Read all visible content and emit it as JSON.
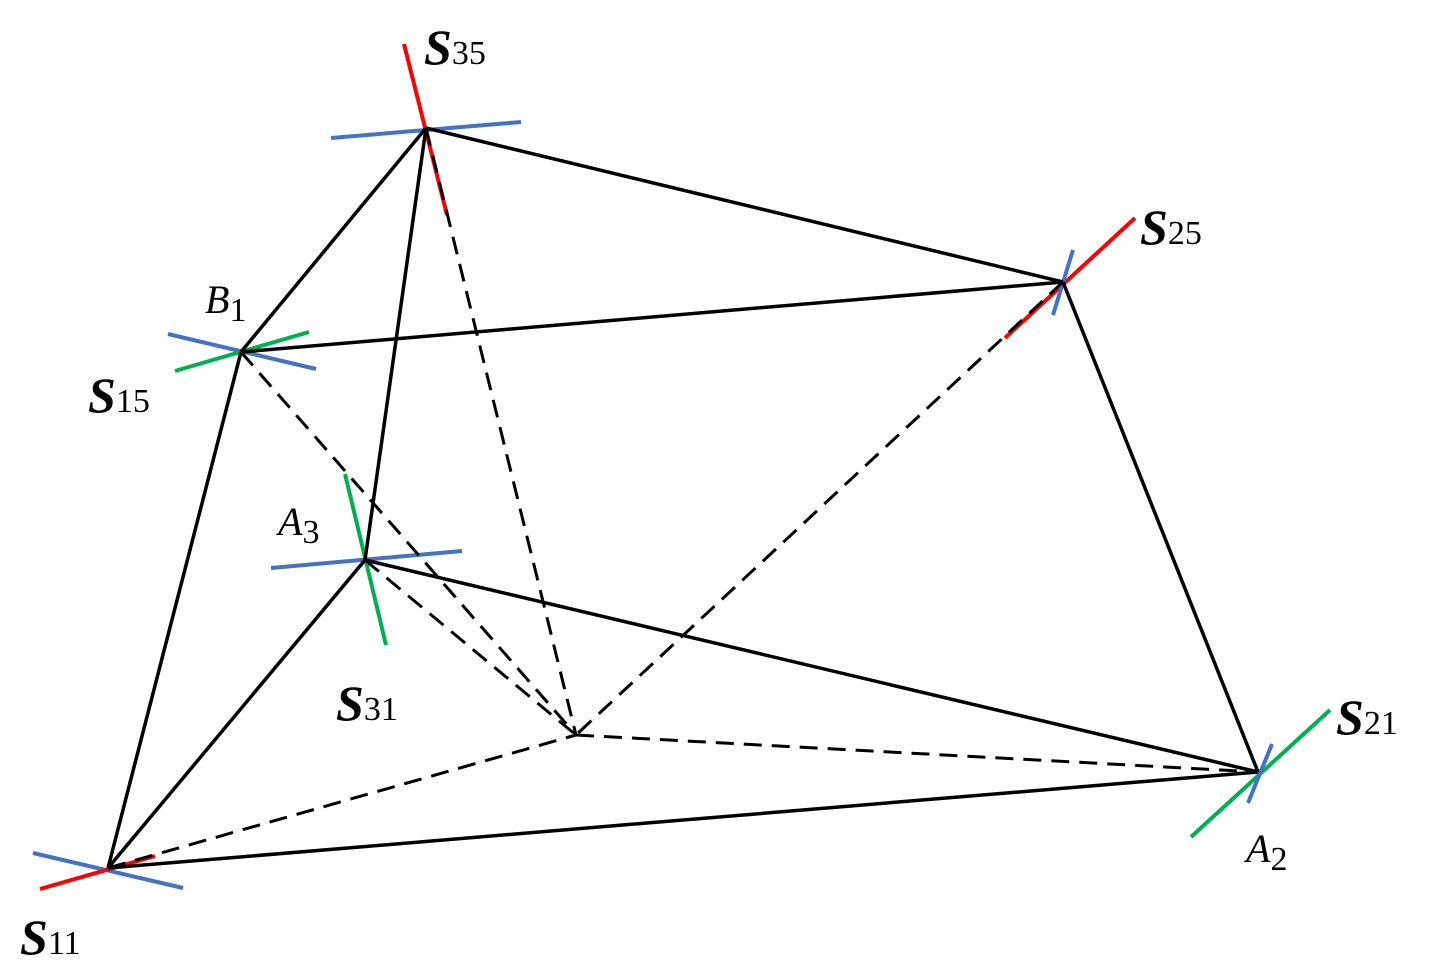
{
  "colors": {
    "edge": "#000000",
    "red_axis": "#ff0000",
    "blue_axis": "#4472c4",
    "green_axis": "#00b050"
  },
  "labels": {
    "s35": {
      "main": "S",
      "sub": "35"
    },
    "s25": {
      "main": "S",
      "sub": "25"
    },
    "s15": {
      "main": "S",
      "sub": "15"
    },
    "s31": {
      "main": "S",
      "sub": "31"
    },
    "s21": {
      "main": "S",
      "sub": "21"
    },
    "s11": {
      "main": "S",
      "sub": "11"
    },
    "b1": {
      "main": "B",
      "sub": "1"
    },
    "a3": {
      "main": "A",
      "sub": "3"
    },
    "a2": {
      "main": "A",
      "sub": "2"
    }
  }
}
